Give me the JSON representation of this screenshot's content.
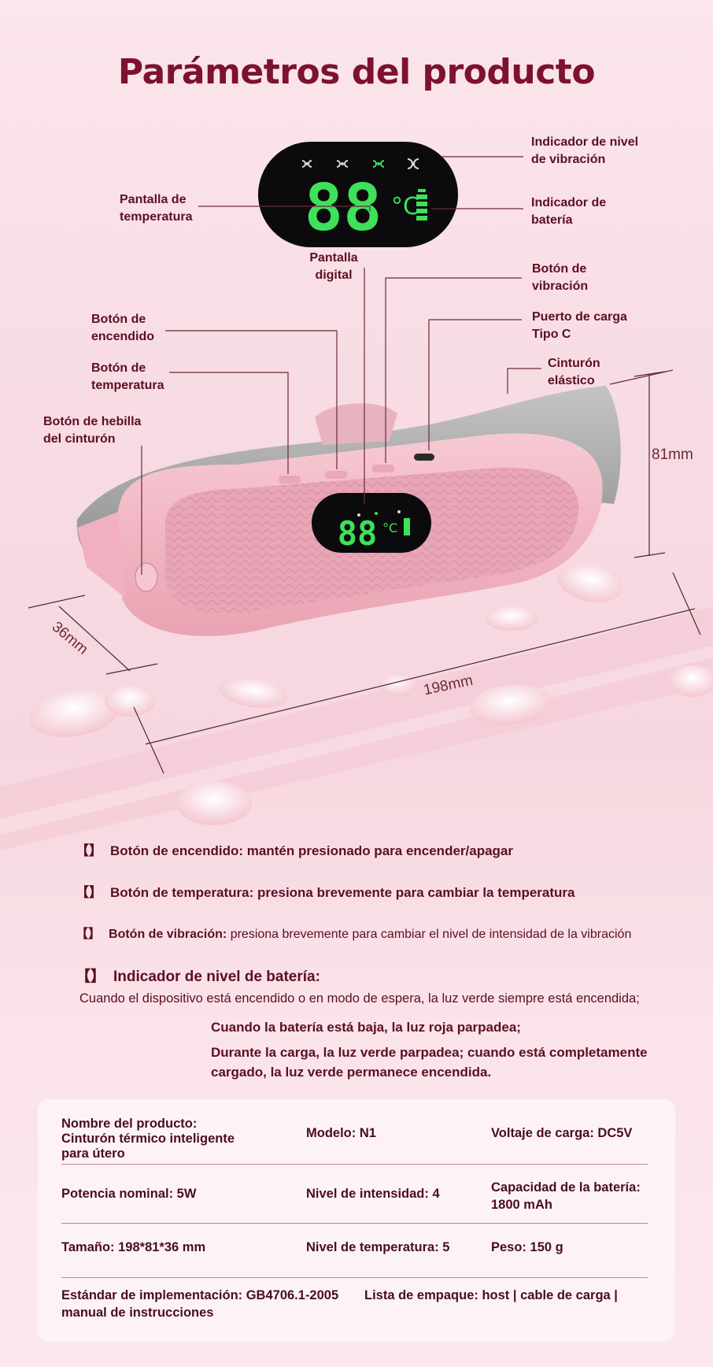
{
  "title": "Parámetros del producto",
  "display": {
    "digits": "88",
    "unit": "°C"
  },
  "labels": {
    "vibration_indicator": [
      "Indicador de nivel",
      "de vibración"
    ],
    "temperature_screen": [
      "Pantalla de",
      "temperatura"
    ],
    "battery_indicator": [
      "Indicador de",
      "batería"
    ],
    "digital_screen": [
      "Pantalla",
      "digital"
    ],
    "vibration_button": [
      "Botón de",
      "vibración"
    ],
    "charge_port": [
      "Puerto de carga",
      "Tipo C"
    ],
    "power_button": [
      "Botón de",
      "encendido"
    ],
    "temperature_button": [
      "Botón de",
      "temperatura"
    ],
    "elastic_belt": [
      "Cinturón",
      "elástico"
    ],
    "buckle_button": [
      "Botón de hebilla",
      "del cinturón"
    ]
  },
  "dimensions": {
    "height": "81mm",
    "depth": "36mm",
    "width": "198mm"
  },
  "features": [
    {
      "bracket": "【】",
      "name": "Botón de encendido:",
      "text": "mantén presionado para encender/apagar"
    },
    {
      "bracket": "【】",
      "name": "Botón de temperatura:",
      "text": "presiona brevemente para cambiar la temperatura"
    },
    {
      "bracket": "【】",
      "name": "Botón de vibración:",
      "text": "presiona brevemente para cambiar el nivel de intensidad de la vibración"
    },
    {
      "bracket": "【】",
      "name": "Indicador de nivel de batería:",
      "text": ""
    }
  ],
  "battery_notes": [
    "Cuando el dispositivo está encendido o en modo de espera, la luz verde siempre está encendida;",
    "Cuando la batería está baja, la luz roja parpadea;",
    "Durante la carga, la luz verde parpadea; cuando está completamente",
    "cargado, la luz verde permanece encendida."
  ],
  "specs": {
    "product_name": [
      "Nombre del producto:",
      "Cinturón térmico inteligente",
      "para útero"
    ],
    "model": "Modelo: N1",
    "charge_voltage": "Voltaje de carga: DC5V",
    "power": "Potencia nominal: 5W",
    "intensity": "Nivel de intensidad: 4",
    "battery_capacity": [
      "Capacidad de la batería:",
      "1800 mAh"
    ],
    "size": "Tamaño: 198*81*36 mm",
    "temp_level": "Nivel de temperatura: 5",
    "weight": "Peso: 150 g",
    "standard": "Estándar de implementación: GB4706.1-2005",
    "packing": [
      "Lista de empaque: host | cable de carga |",
      "manual de instrucciones"
    ]
  },
  "colors": {
    "title": "#7d1230",
    "label": "#5b0f24",
    "display_green": "#3fe05a",
    "device_pink": "#f2b7c3",
    "belt_gray": "#a9a9a9"
  }
}
